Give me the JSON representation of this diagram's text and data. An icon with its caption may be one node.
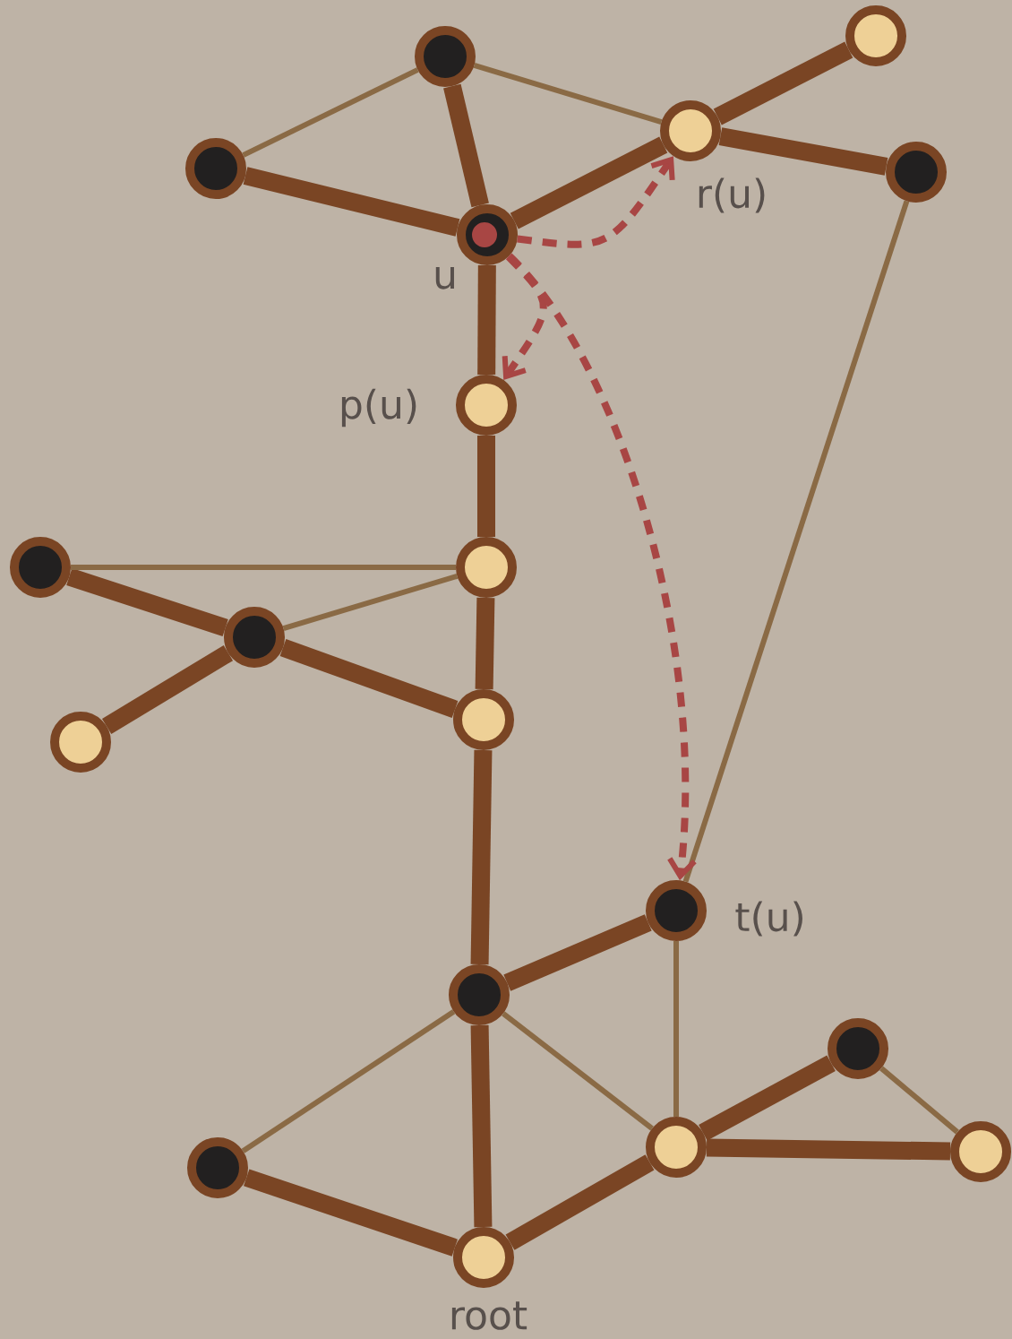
{
  "diagram": {
    "nodes": [
      {
        "text": [],
        "shape": "circle"
      },
      {
        "text": [],
        "shape": "circle"
      },
      {
        "text": [],
        "shape": "circle"
      },
      {
        "text": [],
        "shape": "circle",
        "beside": [
          "r(u)"
        ]
      },
      {
        "text": [],
        "shape": "circle"
      },
      {
        "text": [],
        "shape": "circle",
        "beside": [
          "u"
        ]
      },
      {
        "text": [],
        "shape": "circle",
        "beside": [
          "p(u)"
        ]
      },
      {
        "text": [],
        "shape": "circle"
      },
      {
        "text": [],
        "shape": "circle"
      },
      {
        "text": [],
        "shape": "circle"
      },
      {
        "text": [],
        "shape": "circle"
      },
      {
        "text": [],
        "shape": "circle"
      },
      {
        "text": [],
        "shape": "circle",
        "beside": [
          "t(u)"
        ]
      },
      {
        "text": [],
        "shape": "circle"
      },
      {
        "text": [],
        "shape": "circle"
      },
      {
        "text": [],
        "shape": "circle"
      },
      {
        "text": [],
        "shape": "circle"
      },
      {
        "text": [],
        "shape": "circle"
      },
      {
        "text": [],
        "shape": "circle",
        "beside": [
          "root"
        ]
      }
    ],
    "edges": [
      {
        "from": 5,
        "to": 0,
        "arrow": "none"
      },
      {
        "from": 5,
        "to": 2,
        "arrow": "none"
      },
      {
        "from": 5,
        "to": 3,
        "arrow": "none"
      },
      {
        "from": 3,
        "to": 1,
        "arrow": "none"
      },
      {
        "from": 3,
        "to": 4,
        "arrow": "none"
      },
      {
        "from": 5,
        "to": 6,
        "arrow": "none"
      },
      {
        "from": 6,
        "to": 8,
        "arrow": "none"
      },
      {
        "from": 8,
        "to": 10,
        "arrow": "none"
      },
      {
        "from": 10,
        "to": 9,
        "arrow": "none"
      },
      {
        "from": 9,
        "to": 7,
        "arrow": "none"
      },
      {
        "from": 9,
        "to": 11,
        "arrow": "none"
      },
      {
        "from": 10,
        "to": 13,
        "arrow": "none"
      },
      {
        "from": 13,
        "to": 12,
        "arrow": "none"
      },
      {
        "from": 13,
        "to": 18,
        "arrow": "none"
      },
      {
        "from": 18,
        "to": 15,
        "arrow": "none"
      },
      {
        "from": 18,
        "to": 16,
        "arrow": "none"
      },
      {
        "from": 16,
        "to": 14,
        "arrow": "none"
      },
      {
        "from": 16,
        "to": 17,
        "arrow": "none"
      },
      {
        "from": 0,
        "to": 2,
        "arrow": "none",
        "color": "#8a6a45"
      },
      {
        "from": 0,
        "to": 3,
        "arrow": "none",
        "color": "#8a6a45"
      },
      {
        "from": 4,
        "to": 12,
        "arrow": "none",
        "color": "#8a6a45"
      },
      {
        "from": 8,
        "to": 7,
        "arrow": "none",
        "color": "#8a6a45"
      },
      {
        "from": 8,
        "to": 9,
        "arrow": "none",
        "color": "#8a6a45"
      },
      {
        "from": 13,
        "to": 15,
        "arrow": "none",
        "color": "#8a6a45"
      },
      {
        "from": 13,
        "to": 16,
        "arrow": "none",
        "color": "#8a6a45"
      },
      {
        "from": 12,
        "to": 16,
        "arrow": "none",
        "color": "#8a6a45"
      },
      {
        "from": 14,
        "to": 17,
        "arrow": "none",
        "color": "#8a6a45"
      },
      {
        "from": 5,
        "to": 3,
        "arrow": "to",
        "style": "dashed",
        "color": "#a84644"
      },
      {
        "from": 5,
        "to": 6,
        "arrow": "to",
        "style": "dashed",
        "color": "#a84644"
      },
      {
        "from": 5,
        "to": 12,
        "arrow": "to",
        "style": "dashed",
        "color": "#a84644"
      }
    ]
  }
}
